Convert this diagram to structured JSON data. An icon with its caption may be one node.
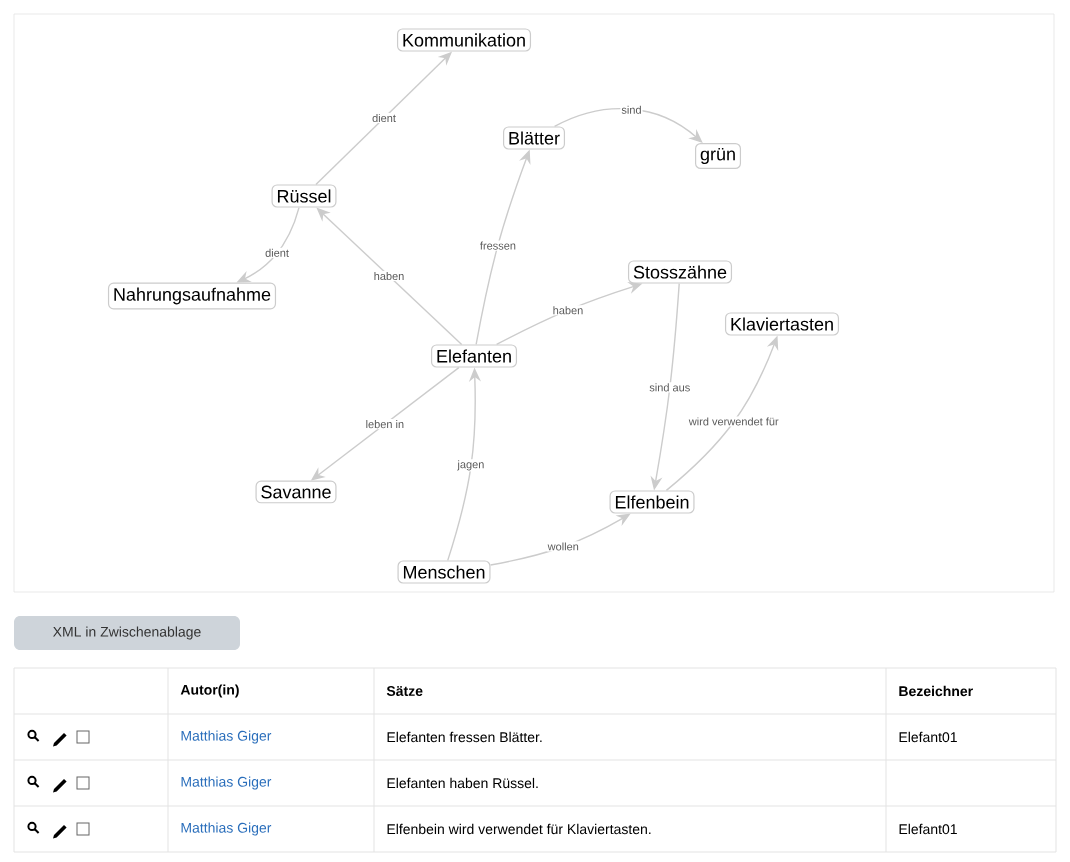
{
  "diagram": {
    "nodes": [
      {
        "text": [
          "Kommunikation"
        ]
      },
      {
        "text": [
          "Blätter"
        ]
      },
      {
        "text": [
          "grün"
        ]
      },
      {
        "text": [
          "Rüssel"
        ]
      },
      {
        "text": [
          "Nahrungsaufnahme"
        ]
      },
      {
        "text": [
          "Stosszähne"
        ]
      },
      {
        "text": [
          "Klaviertasten"
        ]
      },
      {
        "text": [
          "Elefanten"
        ]
      },
      {
        "text": [
          "Savanne"
        ]
      },
      {
        "text": [
          "Elfenbein"
        ]
      },
      {
        "text": [
          "Menschen"
        ]
      }
    ],
    "edges": [
      {
        "from": 3,
        "to": 0,
        "arrow": "to",
        "label": "dient"
      },
      {
        "from": 1,
        "to": 2,
        "arrow": "to",
        "label": "sind"
      },
      {
        "from": 3,
        "to": 4,
        "arrow": "to",
        "label": "dient"
      },
      {
        "from": 7,
        "to": 3,
        "arrow": "to",
        "label": "haben"
      },
      {
        "from": 7,
        "to": 1,
        "arrow": "to",
        "label": "fressen"
      },
      {
        "from": 7,
        "to": 5,
        "arrow": "to",
        "label": "haben"
      },
      {
        "from": 5,
        "to": 9,
        "arrow": "to",
        "label": "sind aus"
      },
      {
        "from": 9,
        "to": 6,
        "arrow": "to",
        "label": "wird verwendet für"
      },
      {
        "from": 7,
        "to": 8,
        "arrow": "to",
        "label": "leben in"
      },
      {
        "from": 10,
        "to": 7,
        "arrow": "to",
        "label": "jagen"
      },
      {
        "from": 10,
        "to": 9,
        "arrow": "to",
        "label": "wollen"
      }
    ],
    "labels": [
      "XML in Zwischenablage",
      "Autor(in)",
      "Sätze",
      "Bezeichner",
      "Matthias Giger",
      "Elefanten fressen Blätter.",
      "Elefant01",
      "Matthias Giger",
      "Elefanten haben Rüssel.",
      "Matthias Giger",
      "Elfenbein wird verwendet für Klaviertasten.",
      "Elefant01"
    ]
  }
}
